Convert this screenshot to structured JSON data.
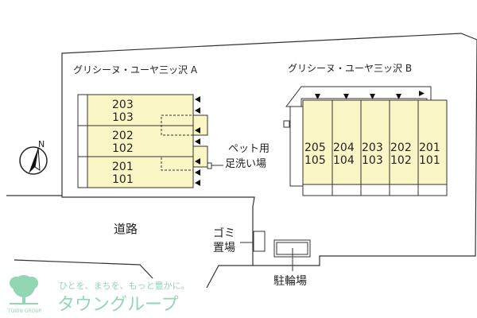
{
  "building_a": {
    "name": "グリシーヌ・ユーヤ三ッ沢 A",
    "units": [
      {
        "upper": "203",
        "lower": "103"
      },
      {
        "upper": "202",
        "lower": "102"
      },
      {
        "upper": "201",
        "lower": "101"
      }
    ]
  },
  "building_b": {
    "name": "グリシーヌ・ユーヤ三ッ沢 B",
    "units": [
      {
        "upper": "205",
        "lower": "105"
      },
      {
        "upper": "204",
        "lower": "104"
      },
      {
        "upper": "203",
        "lower": "103"
      },
      {
        "upper": "202",
        "lower": "102"
      },
      {
        "upper": "201",
        "lower": "101"
      }
    ]
  },
  "labels": {
    "pet_line1": "ペット用",
    "pet_line2": "足洗い場",
    "road": "道路",
    "garbage_line1": "ゴミ",
    "garbage_line2": "置場",
    "bicycle": "駐輪場",
    "north": "N"
  },
  "watermark": {
    "tagline": "ひとを、まちを、もっと豊かに。",
    "brand": "タウングループ",
    "logo_text": "TOWN GROUP"
  },
  "colors": {
    "unit_fill": "#fbf6c6",
    "watermark": "#7fcfa7"
  }
}
